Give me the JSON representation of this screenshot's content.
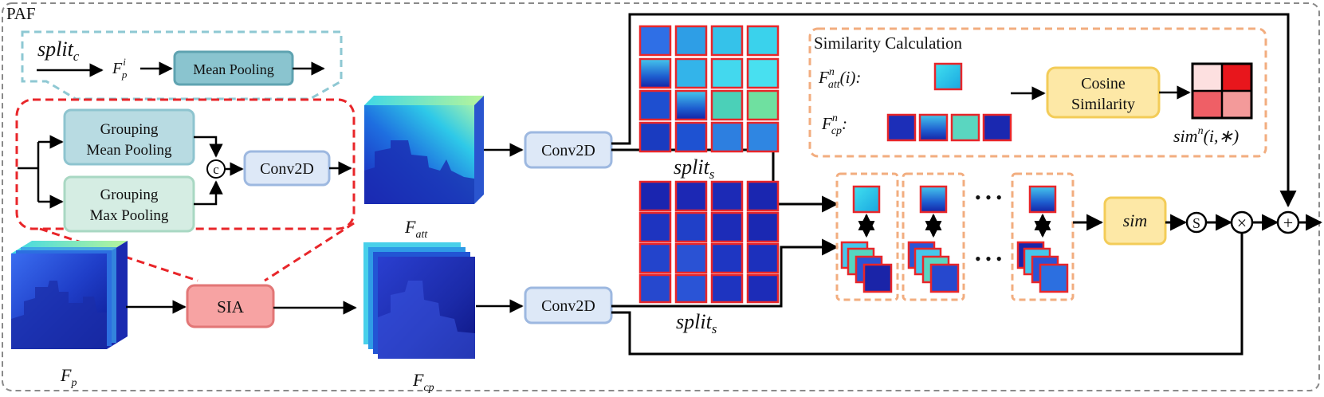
{
  "outer": {
    "label": "PAF"
  },
  "split_c_box": {
    "split_label": "split",
    "split_sub": "c",
    "fp_label": "F",
    "fp_sub": "p",
    "fp_sup": "i",
    "mean_pooling": "Mean Pooling"
  },
  "sia_detail": {
    "grouping_mean_line1": "Grouping",
    "grouping_mean_line2": "Mean Pooling",
    "grouping_max_line1": "Grouping",
    "grouping_max_line2": "Max Pooling",
    "concat_symbol": "c",
    "conv2d": "Conv2D"
  },
  "main_flow": {
    "sia": "SIA",
    "conv2d_top": "Conv2D",
    "conv2d_bottom": "Conv2D",
    "f_att": "F",
    "f_att_sub": "att",
    "f_p": "F",
    "f_p_sub": "p",
    "f_cp": "F",
    "f_cp_sub": "cp",
    "split_s_top": "split",
    "split_s_top_sub": "s",
    "split_s_bottom": "split",
    "split_s_bottom_sub": "s",
    "dots_top": "• • •",
    "dots_bottom": "• • •"
  },
  "similarity": {
    "title": "Similarity Calculation",
    "f_att_label": "F",
    "f_att_sup": "n",
    "f_att_sub": "att",
    "f_att_arg": "(i):",
    "f_cp_label": "F",
    "f_cp_sup": "n",
    "f_cp_sub": "cp",
    "f_cp_colon": ":",
    "cosine_line1": "Cosine",
    "cosine_line2": "Similarity",
    "sim_label": "sim",
    "sim_sup": "n",
    "sim_arg": "(i,∗)"
  },
  "ops": {
    "sim": "sim",
    "softmax": "S",
    "multiply": "×",
    "add": "+"
  },
  "colors": {
    "red_dashed": "#e8262a",
    "teal_dashed": "#8ec8d3",
    "orange_dashed": "#f2ad7f",
    "conv_fill": "#dde8f7",
    "conv_stroke": "#9db8e0",
    "sia_fill": "#f7a3a3",
    "sia_stroke": "#e27676",
    "mean_fill": "#b8dbe2",
    "max_fill": "#d5ede3",
    "yellow_fill": "#fde8a6",
    "yellow_stroke": "#f3cc58"
  }
}
